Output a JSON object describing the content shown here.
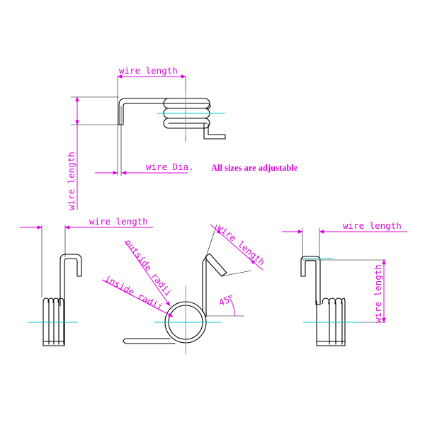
{
  "labels": {
    "wire_length_top": "wire length",
    "wire_length_left_vertical": "wire length",
    "wire_dia": "wire Dia.",
    "note": "All sizes are adjustable",
    "wire_length_bottom_left": "wire length",
    "outside_radii": "outside radii",
    "inside_radii": "inside radii",
    "wire_length_diagonal": "wire length",
    "angle": "45°",
    "wire_length_bottom_right": "wire length",
    "wire_length_right_vertical": "wire length"
  },
  "colors": {
    "dimension": "#e000e0",
    "centerline": "#00c8d2",
    "outline": "#000000"
  }
}
